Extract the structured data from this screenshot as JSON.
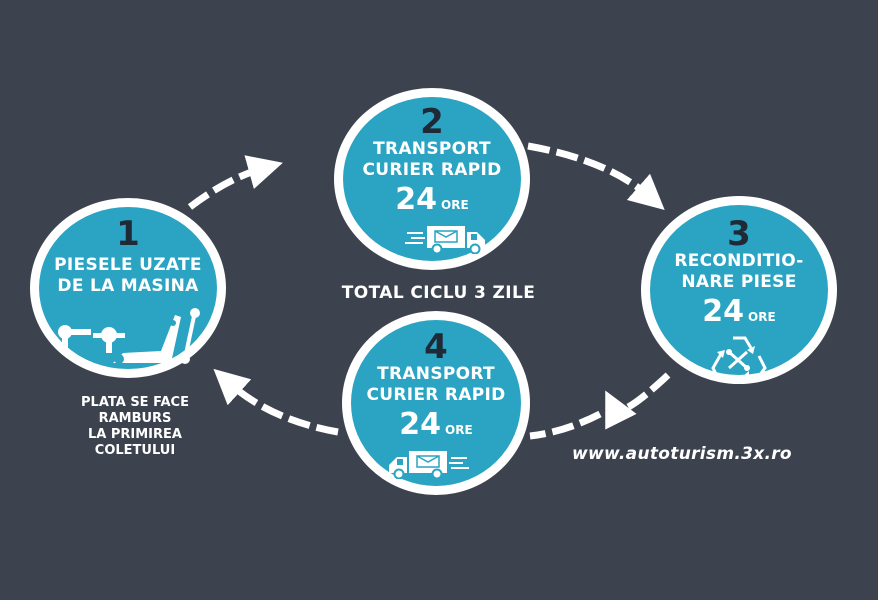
{
  "steps": [
    {
      "number": "1",
      "lines": [
        "PIESELE UZATE",
        "DE LA MASINA"
      ],
      "icon": "auto-parts-icon"
    },
    {
      "number": "2",
      "lines": [
        "TRANSPORT",
        "CURIER RAPID"
      ],
      "duration": "24",
      "unit": "ORE",
      "icon": "delivery-van-icon"
    },
    {
      "number": "3",
      "lines": [
        "RECONDITIO-",
        "NARE PIESE"
      ],
      "duration": "24",
      "unit": "ORE",
      "icon": "recycle-tools-icon"
    },
    {
      "number": "4",
      "lines": [
        "TRANSPORT",
        "CURIER RAPID"
      ],
      "duration": "24",
      "unit": "ORE",
      "icon": "delivery-van-icon"
    }
  ],
  "total": "TOTAL CICLU 3 ZILE",
  "payment_note": [
    "PLATA SE FACE",
    "RAMBURS",
    "LA PRIMIREA",
    "COLETULUI"
  ],
  "website": "www.autoturism.3x.ro",
  "colors": {
    "background": "#3d434e",
    "circle": "#2aa4c2",
    "number": "#1f2a36",
    "arrow": "#ffffff"
  }
}
